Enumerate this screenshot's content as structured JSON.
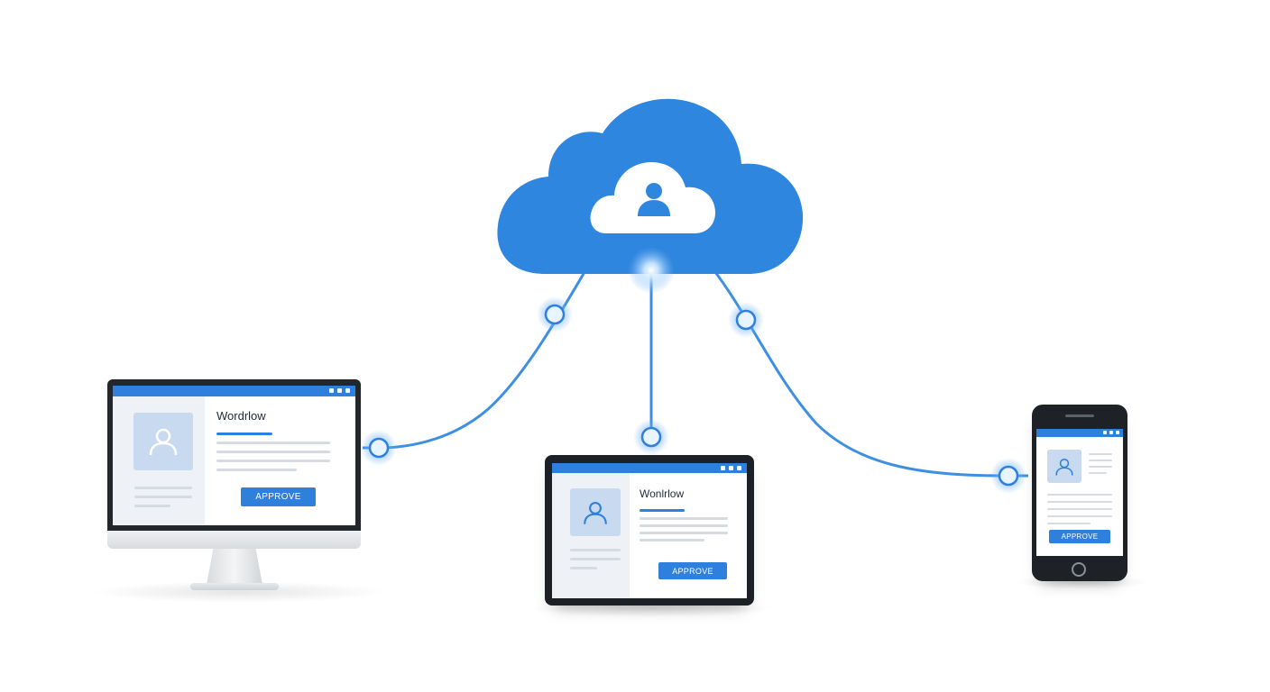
{
  "devices": {
    "desktop": {
      "title": "Wordrlow",
      "button": "APPROVE"
    },
    "tablet": {
      "title": "Wonlrlow",
      "button": "APPROVE"
    },
    "phone": {
      "button": "APPROVE"
    }
  },
  "cloud": {
    "icon": "user-icon"
  },
  "colors": {
    "accent": "#2f80dd",
    "cloud": "#2f86df",
    "node_glow": "#8fc6ff"
  }
}
